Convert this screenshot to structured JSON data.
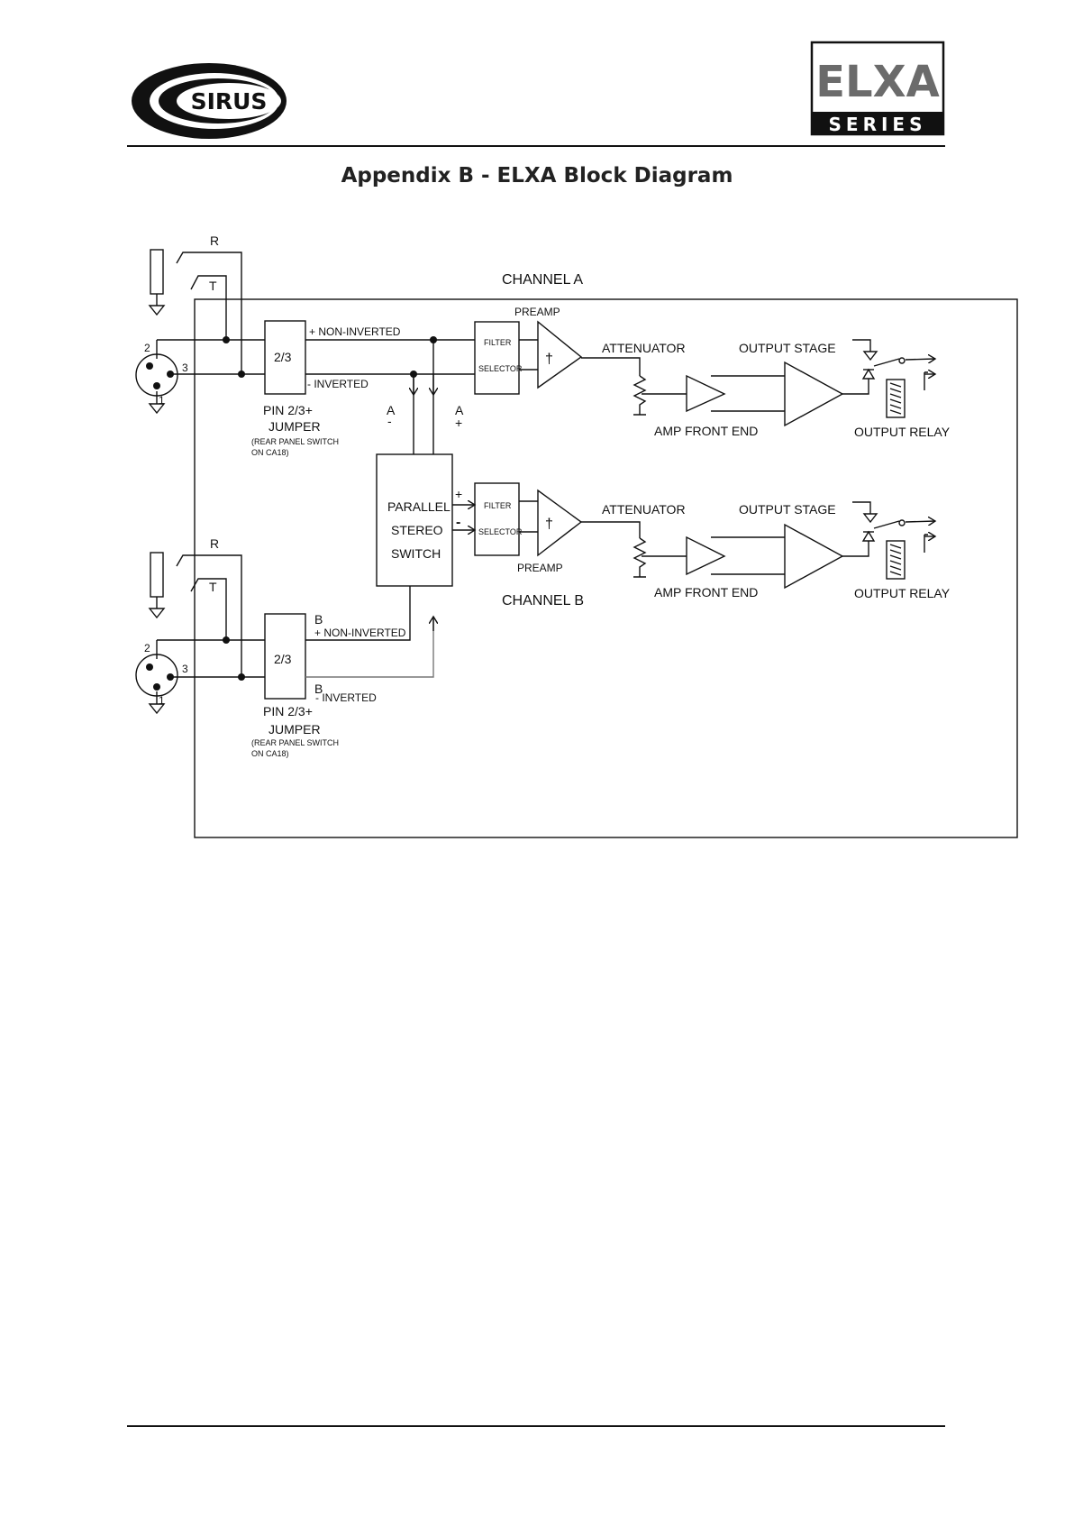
{
  "header": {
    "logo_text": "SIRUS",
    "series_badge": {
      "line1": "ELXA",
      "line2": "SERIES"
    },
    "title": "Appendix B - ELXA Block Diagram"
  },
  "diagram": {
    "channel_a": {
      "title": "CHANNEL A",
      "jack_ring": "R",
      "jack_tip": "T",
      "xlr_pin2": "2",
      "xlr_pin3": "3",
      "xlr_pin1": "1",
      "jumper_block": "2/3",
      "jumper_label_1": "PIN 2/3+",
      "jumper_label_2": "JUMPER",
      "jumper_note_1": "(REAR PANEL SWITCH",
      "jumper_note_2": "ON CA18)",
      "non_inverted": "+ NON-INVERTED",
      "inverted": "- INVERTED",
      "preamp": "PREAMP",
      "filter_1": "FILTER",
      "filter_2": "SELECTOR",
      "attenuator": "ATTENUATOR",
      "output_stage": "OUTPUT STAGE",
      "amp_front_end": "AMP FRONT END",
      "output_relay": "OUTPUT RELAY",
      "a_minus_letter": "A",
      "a_minus_sign": "-",
      "a_plus_letter": "A",
      "a_plus_sign": "+"
    },
    "switch": {
      "line1": "PARALLEL",
      "line2": "STEREO",
      "line3": "SWITCH",
      "plus": "+",
      "minus": "-"
    },
    "channel_b": {
      "title": "CHANNEL B",
      "jack_ring": "R",
      "jack_tip": "T",
      "xlr_pin2": "2",
      "xlr_pin3": "3",
      "xlr_pin1": "1",
      "jumper_block": "2/3",
      "jumper_label_1": "PIN 2/3+",
      "jumper_label_2": "JUMPER",
      "jumper_note_1": "(REAR PANEL SWITCH",
      "jumper_note_2": "ON CA18)",
      "b_upper": "B",
      "non_inverted": "+ NON-INVERTED",
      "b_lower": "B",
      "inverted": "- INVERTED",
      "preamp": "PREAMP",
      "filter_1": "FILTER",
      "filter_2": "SELECTOR",
      "attenuator": "ATTENUATOR",
      "output_stage": "OUTPUT STAGE",
      "amp_front_end": "AMP FRONT END",
      "output_relay": "OUTPUT RELAY"
    },
    "preamp_symbol": "†"
  }
}
